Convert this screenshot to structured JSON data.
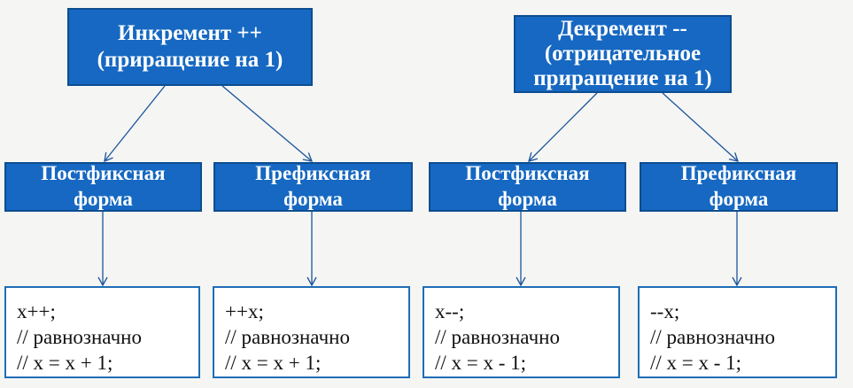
{
  "increment": {
    "title_line1": "Инкремент  ++",
    "title_line2": "(приращение на 1)",
    "postfix": {
      "line1": "Постфиксная",
      "line2": "форма",
      "code": [
        "x++;",
        "// равнозначно",
        "// x = x + 1;"
      ]
    },
    "prefix": {
      "line1": "Префиксная",
      "line2": "форма",
      "code": [
        "++x;",
        "// равнозначно",
        "// x = x + 1;"
      ]
    }
  },
  "decrement": {
    "title_line1": "Декремент  --",
    "title_line2": "(отрицательное",
    "title_line3": "приращение на 1)",
    "postfix": {
      "line1": "Постфиксная",
      "line2": "форма",
      "code": [
        "x--;",
        "// равнозначно",
        "// x = x - 1;"
      ]
    },
    "prefix": {
      "line1": "Префиксная",
      "line2": "форма",
      "code": [
        "--x;",
        "// равнозначно",
        "// x = x - 1;"
      ]
    }
  },
  "colors": {
    "box_fill": "#1668c2",
    "box_border": "#0d4d8f",
    "arrow": "#1a5599",
    "code_border": "#1f6db7"
  }
}
